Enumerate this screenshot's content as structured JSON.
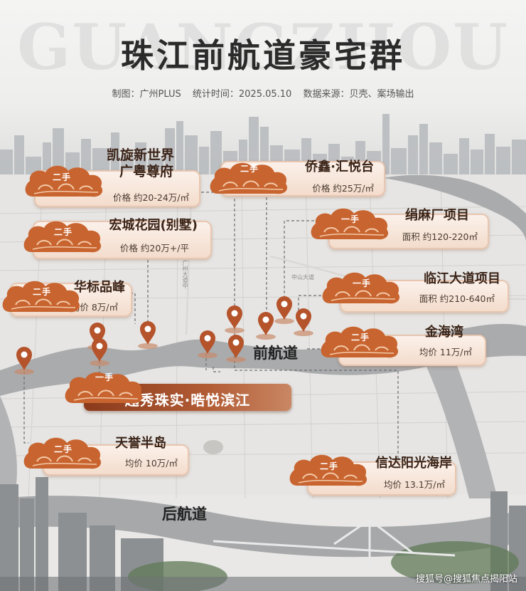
{
  "header": {
    "watermark": "GUANGZHOU",
    "title": "珠江前航道豪宅群",
    "credits": [
      "制图：广州PLUS",
      "统计时间：2025.05.10",
      "数据来源：贝壳、案场输出"
    ]
  },
  "listings": [
    {
      "tag": "二手",
      "name_lines": [
        "凯旋新世界",
        "广粤尊府"
      ],
      "price": "价格 约20-24万/㎡"
    },
    {
      "tag": "二手",
      "name_lines": [
        "侨鑫·汇悦台"
      ],
      "price": "价格 约25万/㎡"
    },
    {
      "tag": "二手",
      "name_lines": [
        "宏城花园(别墅)"
      ],
      "price": "价格 约20万+/平"
    },
    {
      "tag": "一手",
      "name_lines": [
        "绢麻厂项目"
      ],
      "price": "面积 约120-220㎡"
    },
    {
      "tag": "二手",
      "name_lines": [
        "华标品峰"
      ],
      "price": "均价 8万/㎡"
    },
    {
      "tag": "一手",
      "name_lines": [
        "临江大道项目"
      ],
      "price": "面积 约210-640㎡"
    },
    {
      "tag": "二手",
      "name_lines": [
        "金海湾"
      ],
      "price": "均价 11万/㎡"
    },
    {
      "tag": "二手",
      "name_lines": [
        "天誉半岛"
      ],
      "price": "均价 10万/㎡"
    },
    {
      "tag": "二手",
      "name_lines": [
        "信达阳光海岸"
      ],
      "price": "均价 13.1万/㎡"
    }
  ],
  "banner": {
    "tag": "一手",
    "name": "越秀珠实·晧悦滨江"
  },
  "districts": {
    "front": "前航道",
    "back": "后航道"
  },
  "road_labels": [
    "广州大道中",
    "中山大道"
  ],
  "footer_watermark": "搜狐号@搜狐焦点揭阳站",
  "colors": {
    "card_bg": "#f6e3d6",
    "banner": "#a24a25",
    "pin": "#b5532b",
    "cloud": "#c8642f"
  }
}
